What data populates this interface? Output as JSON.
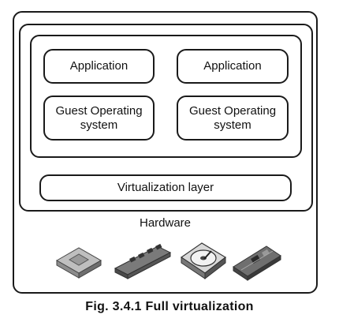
{
  "diagram": {
    "application_1": "Application",
    "application_2": "Application",
    "guest_os_1_line1": "Guest Operating",
    "guest_os_1_line2": "system",
    "guest_os_2_line1": "Guest Operating",
    "guest_os_2_line2": "system",
    "virtualization_layer": "Virtualization layer",
    "hardware": "Hardware"
  },
  "caption": "Fig. 3.4.1 Full virtualization",
  "icons": [
    "cpu-chip-icon",
    "memory-module-icon",
    "hard-disk-icon",
    "expansion-card-icon"
  ]
}
